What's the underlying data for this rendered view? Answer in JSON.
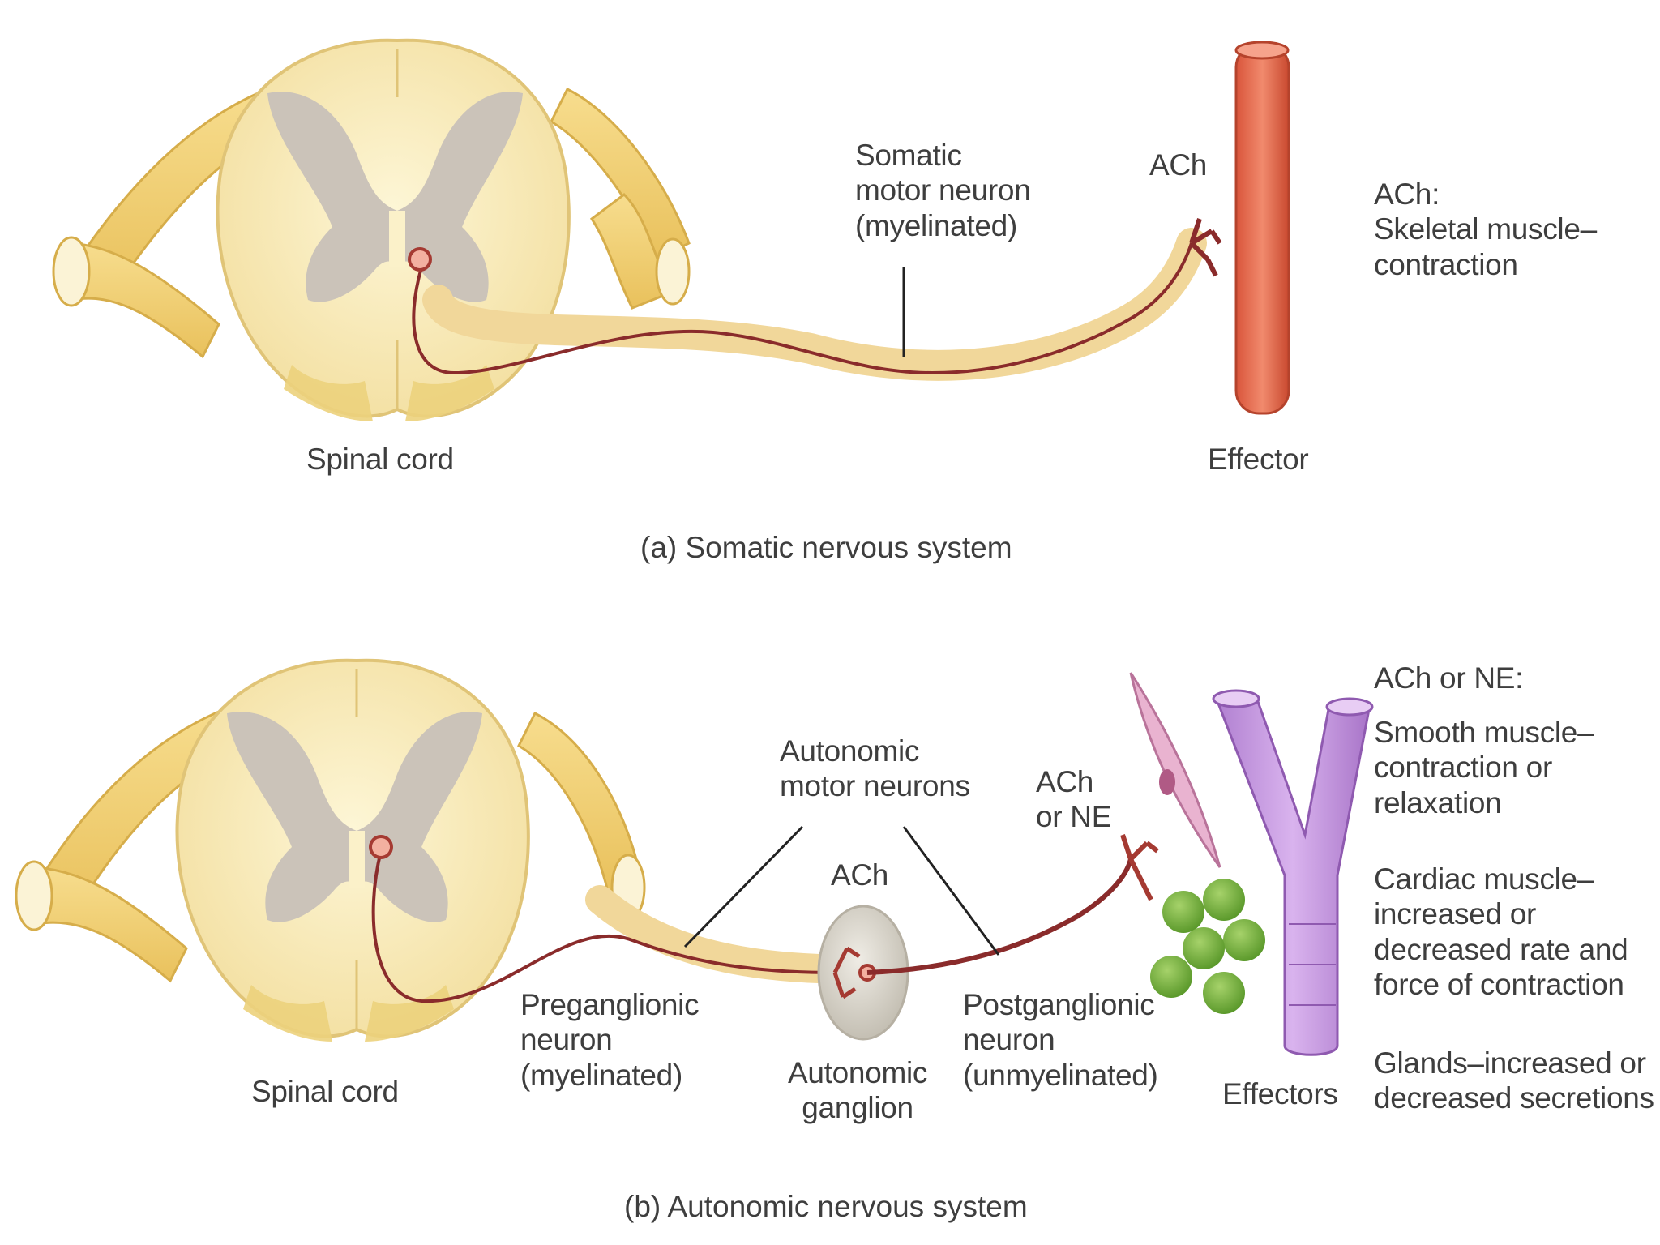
{
  "panel_a": {
    "spinal_cord_label": "Spinal cord",
    "neuron_label": [
      "Somatic",
      "motor neuron",
      "(myelinated)"
    ],
    "neurotransmitter_label": "ACh",
    "effector_label": "Effector",
    "effect_description": [
      "ACh:",
      "Skeletal muscle–",
      "contraction"
    ],
    "caption": "(a) Somatic nervous system"
  },
  "panel_b": {
    "spinal_cord_label": "Spinal cord",
    "neurons_label": [
      "Autonomic",
      "motor neurons"
    ],
    "ganglion_transmitter_label": "ACh",
    "terminal_transmitter_label": [
      "ACh",
      "or NE"
    ],
    "preganglionic_label": [
      "Preganglionic",
      "neuron",
      "(myelinated)"
    ],
    "ganglion_label": [
      "Autonomic",
      "ganglion"
    ],
    "postganglionic_label": [
      "Postganglionic",
      "neuron",
      "(unmyelinated)"
    ],
    "effectors_label": "Effectors",
    "effect_heading": "ACh or NE:",
    "effect_smooth": [
      "Smooth muscle–",
      "contraction or",
      "relaxation"
    ],
    "effect_cardiac": [
      "Cardiac muscle–",
      "increased or",
      "decreased rate and",
      "force of contraction"
    ],
    "effect_glands": [
      "Glands–increased or",
      "decreased secretions"
    ],
    "caption": "(b) Autonomic nervous system"
  },
  "colors": {
    "nerve_yellow": "#f2d27a",
    "cord_cream": "#fbf1c9",
    "gray_matter": "#cbc3b9",
    "axon": "#8a2b2b",
    "muscle": "#e66a4e",
    "smooth_muscle": "#e9b3d0",
    "gland": "#7cb342",
    "bronchi": "#c99ae0",
    "ganglion": "#d6d2c8"
  }
}
